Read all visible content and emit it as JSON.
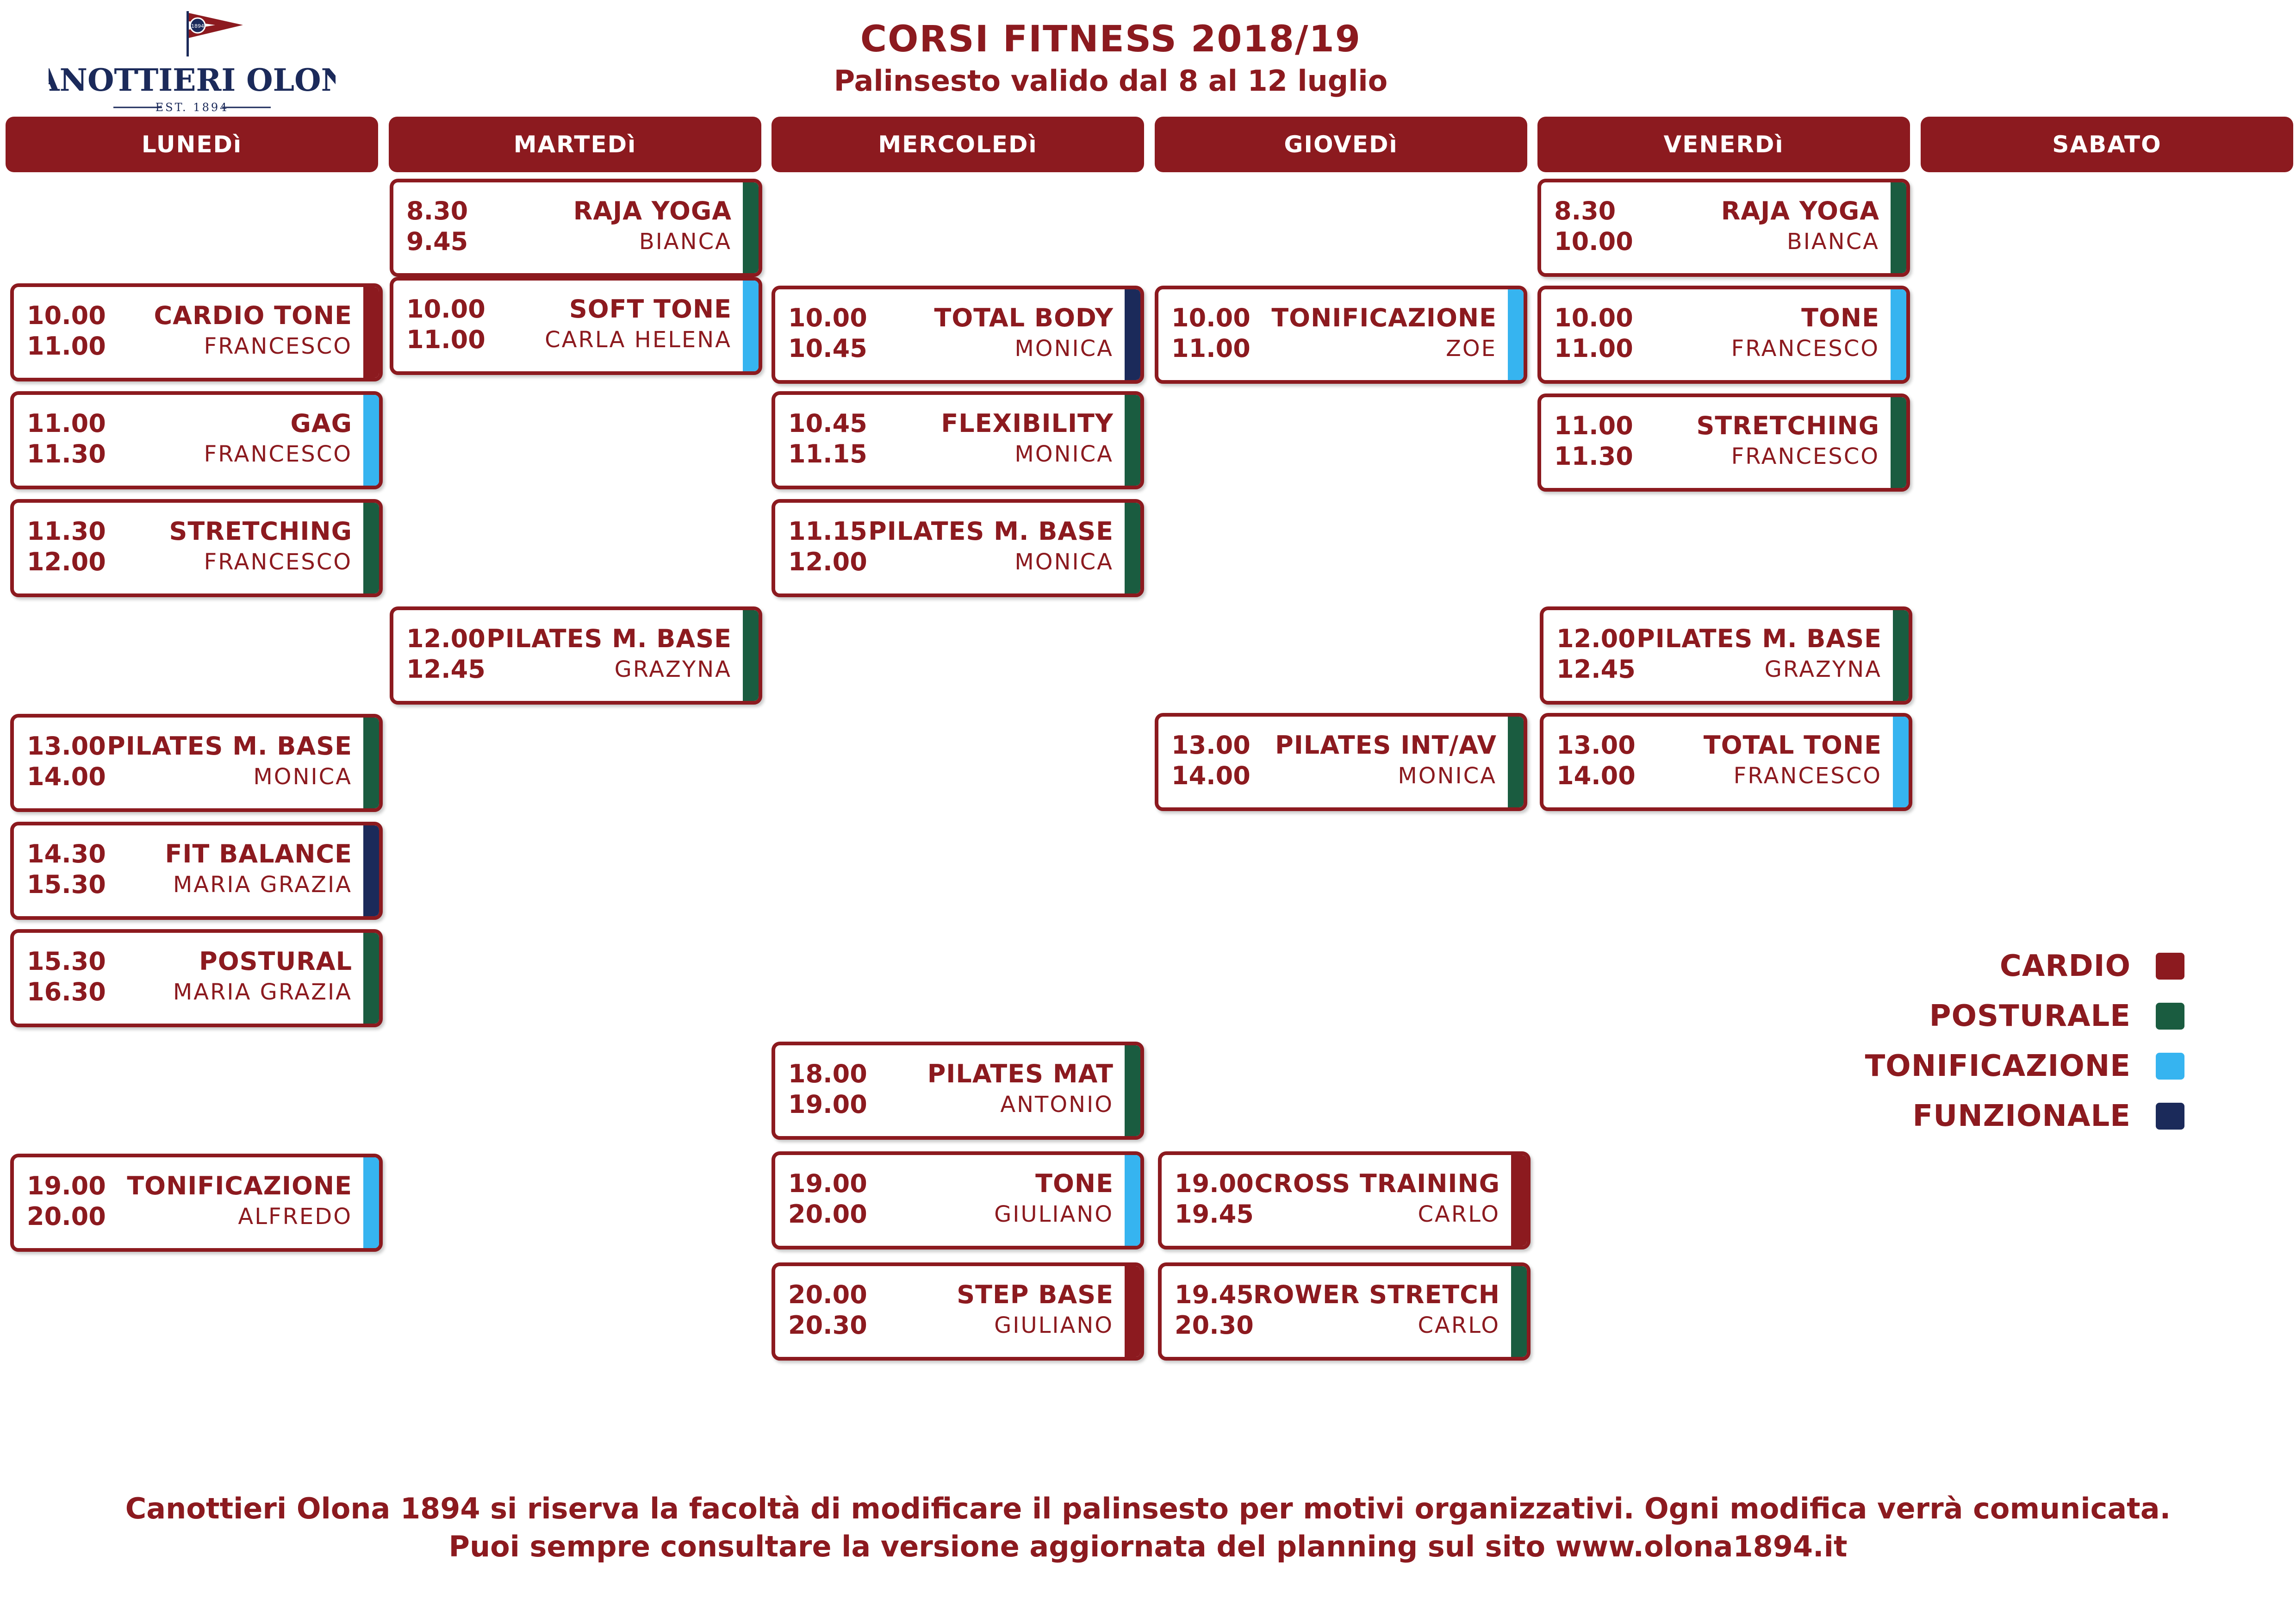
{
  "header": {
    "logo_text": "CANOTTIERI OLONA",
    "logo_est": "EST. 1894",
    "logo_flag_text": "1894",
    "title": "CORSI FITNESS 2018/19",
    "subtitle": "Palinsesto valido dal 8 al 12 luglio"
  },
  "colors": {
    "brand": "#8c1a1f",
    "cardio": "#8c1a1f",
    "posturale": "#1a5c40",
    "tonificazione": "#36b4f0",
    "funzionale": "#1b2a5a"
  },
  "days": [
    "LUNEDì",
    "MARTEDì",
    "MERCOLEDì",
    "GIOVEDì",
    "VENERDì",
    "SABATO"
  ],
  "schedule": [
    [
      {
        "start": "10.00",
        "end": "11.00",
        "course": "CARDIO TONE",
        "instructor": "FRANCESCO",
        "category": "cardio"
      },
      {
        "start": "11.00",
        "end": "11.30",
        "course": "GAG",
        "instructor": "FRANCESCO",
        "category": "tonificazione"
      },
      {
        "start": "11.30",
        "end": "12.00",
        "course": "STRETCHING",
        "instructor": "FRANCESCO",
        "category": "posturale"
      },
      {
        "start": "13.00",
        "end": "14.00",
        "course": "PILATES M. BASE",
        "instructor": "MONICA",
        "category": "posturale"
      },
      {
        "start": "14.30",
        "end": "15.30",
        "course": "FIT BALANCE",
        "instructor": "MARIA GRAZIA",
        "category": "funzionale"
      },
      {
        "start": "15.30",
        "end": "16.30",
        "course": "POSTURAL",
        "instructor": "MARIA GRAZIA",
        "category": "posturale"
      },
      {
        "start": "19.00",
        "end": "20.00",
        "course": "TONIFICAZIONE",
        "instructor": "ALFREDO",
        "category": "tonificazione"
      }
    ],
    [
      {
        "start": "8.30",
        "end": "9.45",
        "course": "RAJA YOGA",
        "instructor": "BIANCA",
        "category": "posturale"
      },
      {
        "start": "10.00",
        "end": "11.00",
        "course": "SOFT TONE",
        "instructor": "CARLA HELENA",
        "category": "tonificazione"
      },
      {
        "start": "12.00",
        "end": "12.45",
        "course": "PILATES M. BASE",
        "instructor": "GRAZYNA",
        "category": "posturale"
      }
    ],
    [
      {
        "start": "10.00",
        "end": "10.45",
        "course": "TOTAL BODY",
        "instructor": "MONICA",
        "category": "funzionale"
      },
      {
        "start": "10.45",
        "end": "11.15",
        "course": "FLEXIBILITY",
        "instructor": "MONICA",
        "category": "posturale"
      },
      {
        "start": "11.15",
        "end": "12.00",
        "course": "PILATES M. BASE",
        "instructor": "MONICA",
        "category": "posturale"
      },
      {
        "start": "18.00",
        "end": "19.00",
        "course": "PILATES MAT",
        "instructor": "ANTONIO",
        "category": "posturale"
      },
      {
        "start": "19.00",
        "end": "20.00",
        "course": "TONE",
        "instructor": "GIULIANO",
        "category": "tonificazione"
      },
      {
        "start": "20.00",
        "end": "20.30",
        "course": "STEP BASE",
        "instructor": "GIULIANO",
        "category": "cardio"
      }
    ],
    [
      {
        "start": "10.00",
        "end": "11.00",
        "course": "TONIFICAZIONE",
        "instructor": "ZOE",
        "category": "tonificazione"
      },
      {
        "start": "13.00",
        "end": "14.00",
        "course": "PILATES INT/AV",
        "instructor": "MONICA",
        "category": "posturale"
      },
      {
        "start": "19.00",
        "end": "19.45",
        "course": "CROSS TRAINING",
        "instructor": "CARLO",
        "category": "cardio"
      },
      {
        "start": "19.45",
        "end": "20.30",
        "course": "ROWER STRETCH",
        "instructor": "CARLO",
        "category": "posturale"
      }
    ],
    [
      {
        "start": "8.30",
        "end": "10.00",
        "course": "RAJA YOGA",
        "instructor": "BIANCA",
        "category": "posturale"
      },
      {
        "start": "10.00",
        "end": "11.00",
        "course": "TONE",
        "instructor": "FRANCESCO",
        "category": "tonificazione"
      },
      {
        "start": "11.00",
        "end": "11.30",
        "course": "STRETCHING",
        "instructor": "FRANCESCO",
        "category": "posturale"
      },
      {
        "start": "12.00",
        "end": "12.45",
        "course": "PILATES M. BASE",
        "instructor": "GRAZYNA",
        "category": "posturale"
      },
      {
        "start": "13.00",
        "end": "14.00",
        "course": "TOTAL TONE",
        "instructor": "FRANCESCO",
        "category": "tonificazione"
      }
    ],
    []
  ],
  "legend": [
    {
      "label": "CARDIO",
      "category": "cardio"
    },
    {
      "label": "POSTURALE",
      "category": "posturale"
    },
    {
      "label": "TONIFICAZIONE",
      "category": "tonificazione"
    },
    {
      "label": "FUNZIONALE",
      "category": "funzionale"
    }
  ],
  "footer": {
    "line1": "Canottieri Olona 1894 si riserva la facoltà di modificare il palinsesto per motivi organizzativi. Ogni modifica verrà comunicata.",
    "line2": "Puoi sempre consultare la versione aggiornata del planning sul sito www.olona1894.it"
  }
}
